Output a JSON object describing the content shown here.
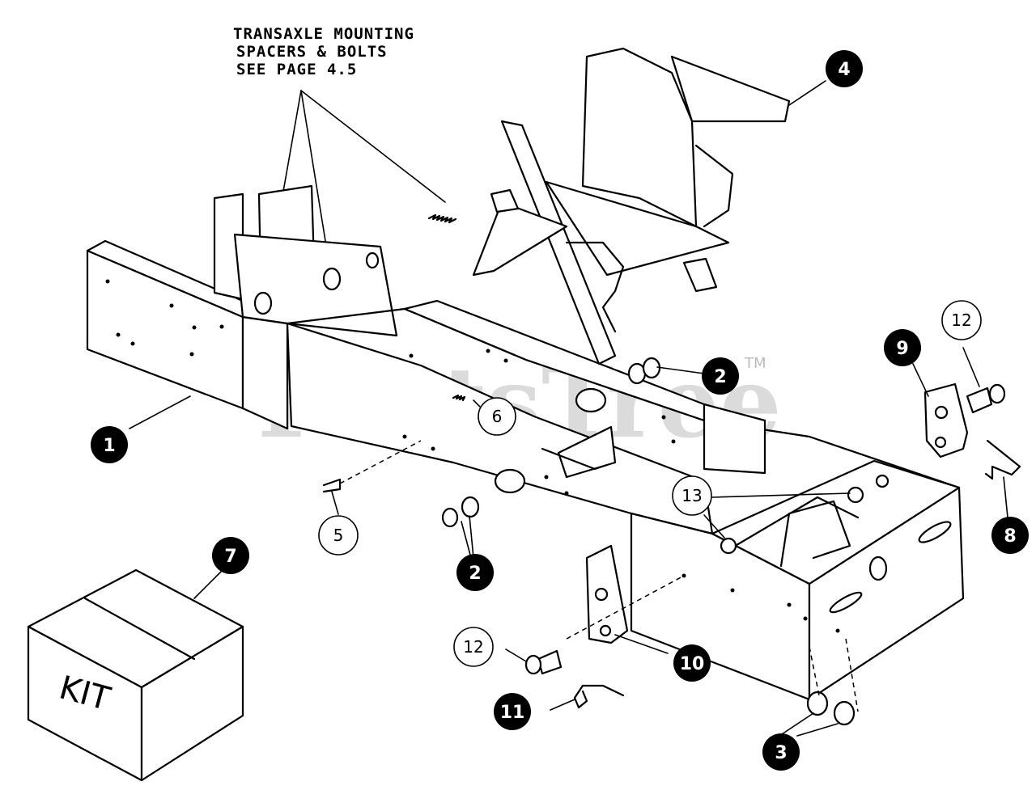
{
  "note": {
    "line1": "TRANSAXLE MOUNTING",
    "line2": "SPACERS & BOLTS",
    "line3": "SEE PAGE 4.5"
  },
  "watermark": {
    "text": "PartsTree",
    "tm": "TM"
  },
  "kit_label": "KIT",
  "callouts": {
    "c1": "1",
    "c2a": "2",
    "c2b": "2",
    "c3": "3",
    "c4": "4",
    "c5": "5",
    "c6": "6",
    "c7": "7",
    "c8": "8",
    "c9": "9",
    "c10": "10",
    "c11": "11",
    "c12a": "12",
    "c12b": "12",
    "c13": "13"
  }
}
